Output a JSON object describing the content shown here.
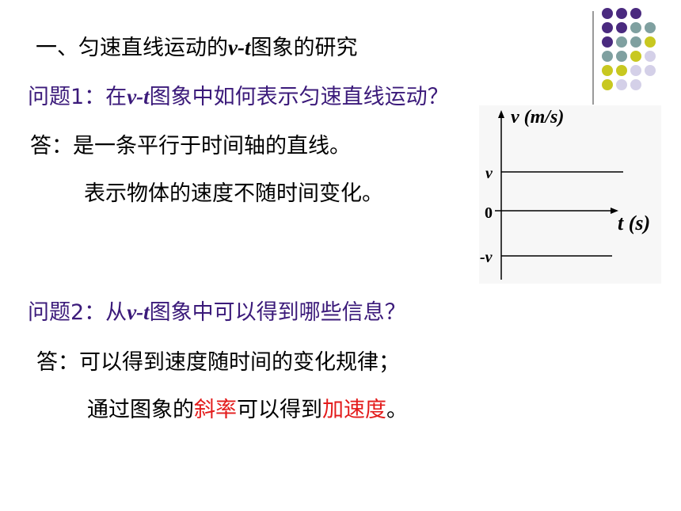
{
  "heading": {
    "prefix": "一、匀速直线运动的",
    "vt": "v-t",
    "suffix": "图象的研究"
  },
  "q1": {
    "label": "问题1：在",
    "vt": "v-t",
    "rest": "图象中如何表示匀速直线运动？"
  },
  "a1": {
    "line1": "答：是一条平行于时间轴的直线。",
    "line2": "表示物体的速度不随时间变化。"
  },
  "q2": {
    "label": "问题2：从",
    "vt": "v-t",
    "rest": "图象中可以得到哪些信息？"
  },
  "a2": {
    "line1": "答：可以得到速度随时间的变化规律；",
    "line2_a": "通过图象的",
    "line2_red1": "斜率",
    "line2_b": "可以得到",
    "line2_red2": "加速度",
    "line2_c": "。"
  },
  "graph": {
    "y_axis_label": "v (m/s)",
    "x_axis_label": "t (s)",
    "v_label": "v",
    "zero_label": "0",
    "neg_v_label": "-v"
  },
  "colors": {
    "heading_text": "#000000",
    "question_text": "#3b1a7a",
    "highlight": "#e31b1b",
    "dot_purple": "#4a2a7f",
    "dot_teal": "#7fa0a0",
    "dot_yellow": "#c8c820",
    "dot_lavender": "#d4d0e8"
  }
}
